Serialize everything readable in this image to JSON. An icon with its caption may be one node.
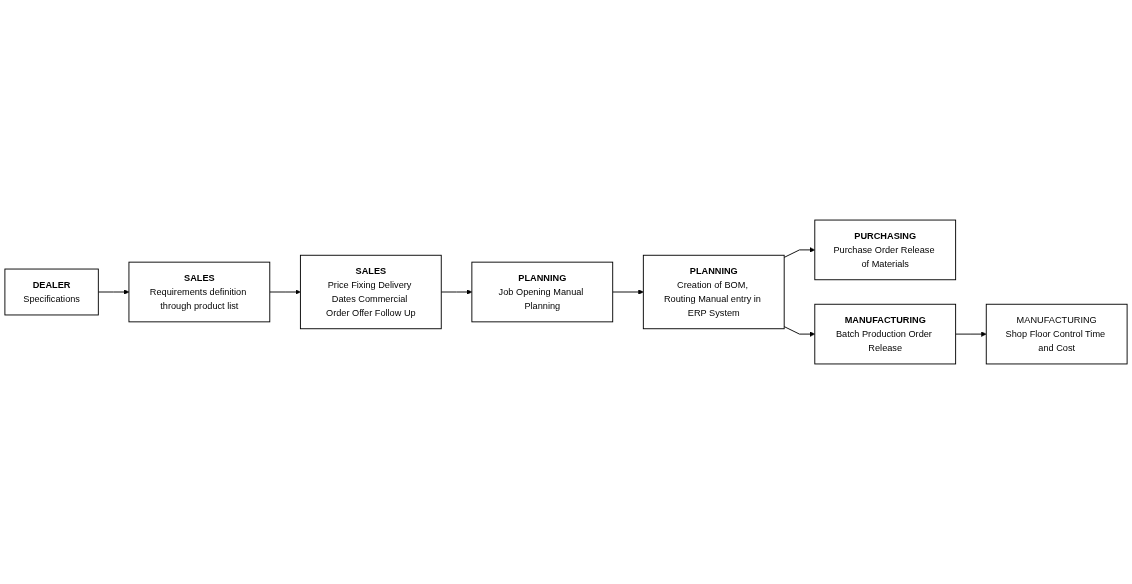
{
  "diagram": {
    "nodes": [
      {
        "text": [
          "DEALER",
          "Specifications"
        ]
      },
      {
        "text": [
          "SALES",
          "Requirements definition through product list"
        ]
      },
      {
        "text": [
          "SALES",
          "Price Fixing Delivery Dates Commercial Order Offer Follow Up"
        ]
      },
      {
        "text": [
          "PLANNING",
          "Job Opening Manual Planning"
        ]
      },
      {
        "text": [
          "PLANNING",
          "Creation of BOM, Routing Manual entry in ERP System"
        ]
      },
      {
        "text": [
          "PURCHASING",
          "Purchase Order Release of Materials"
        ]
      },
      {
        "text": [
          "MANUFACTURING",
          "Batch Production Order Release"
        ]
      },
      {
        "text": [
          "MANUFACTURING",
          "Shop Floor Control Time and Cost"
        ]
      }
    ],
    "edges": [
      {
        "from": 0,
        "to": 1,
        "arrow": "to"
      },
      {
        "from": 1,
        "to": 2,
        "arrow": "to"
      },
      {
        "from": 2,
        "to": 3,
        "arrow": "to"
      },
      {
        "from": 3,
        "to": 4,
        "arrow": "to"
      },
      {
        "from": 4,
        "to": 5,
        "arrow": "to"
      },
      {
        "from": 4,
        "to": 6,
        "arrow": "to"
      },
      {
        "from": 6,
        "to": 7,
        "arrow": "to"
      }
    ]
  }
}
